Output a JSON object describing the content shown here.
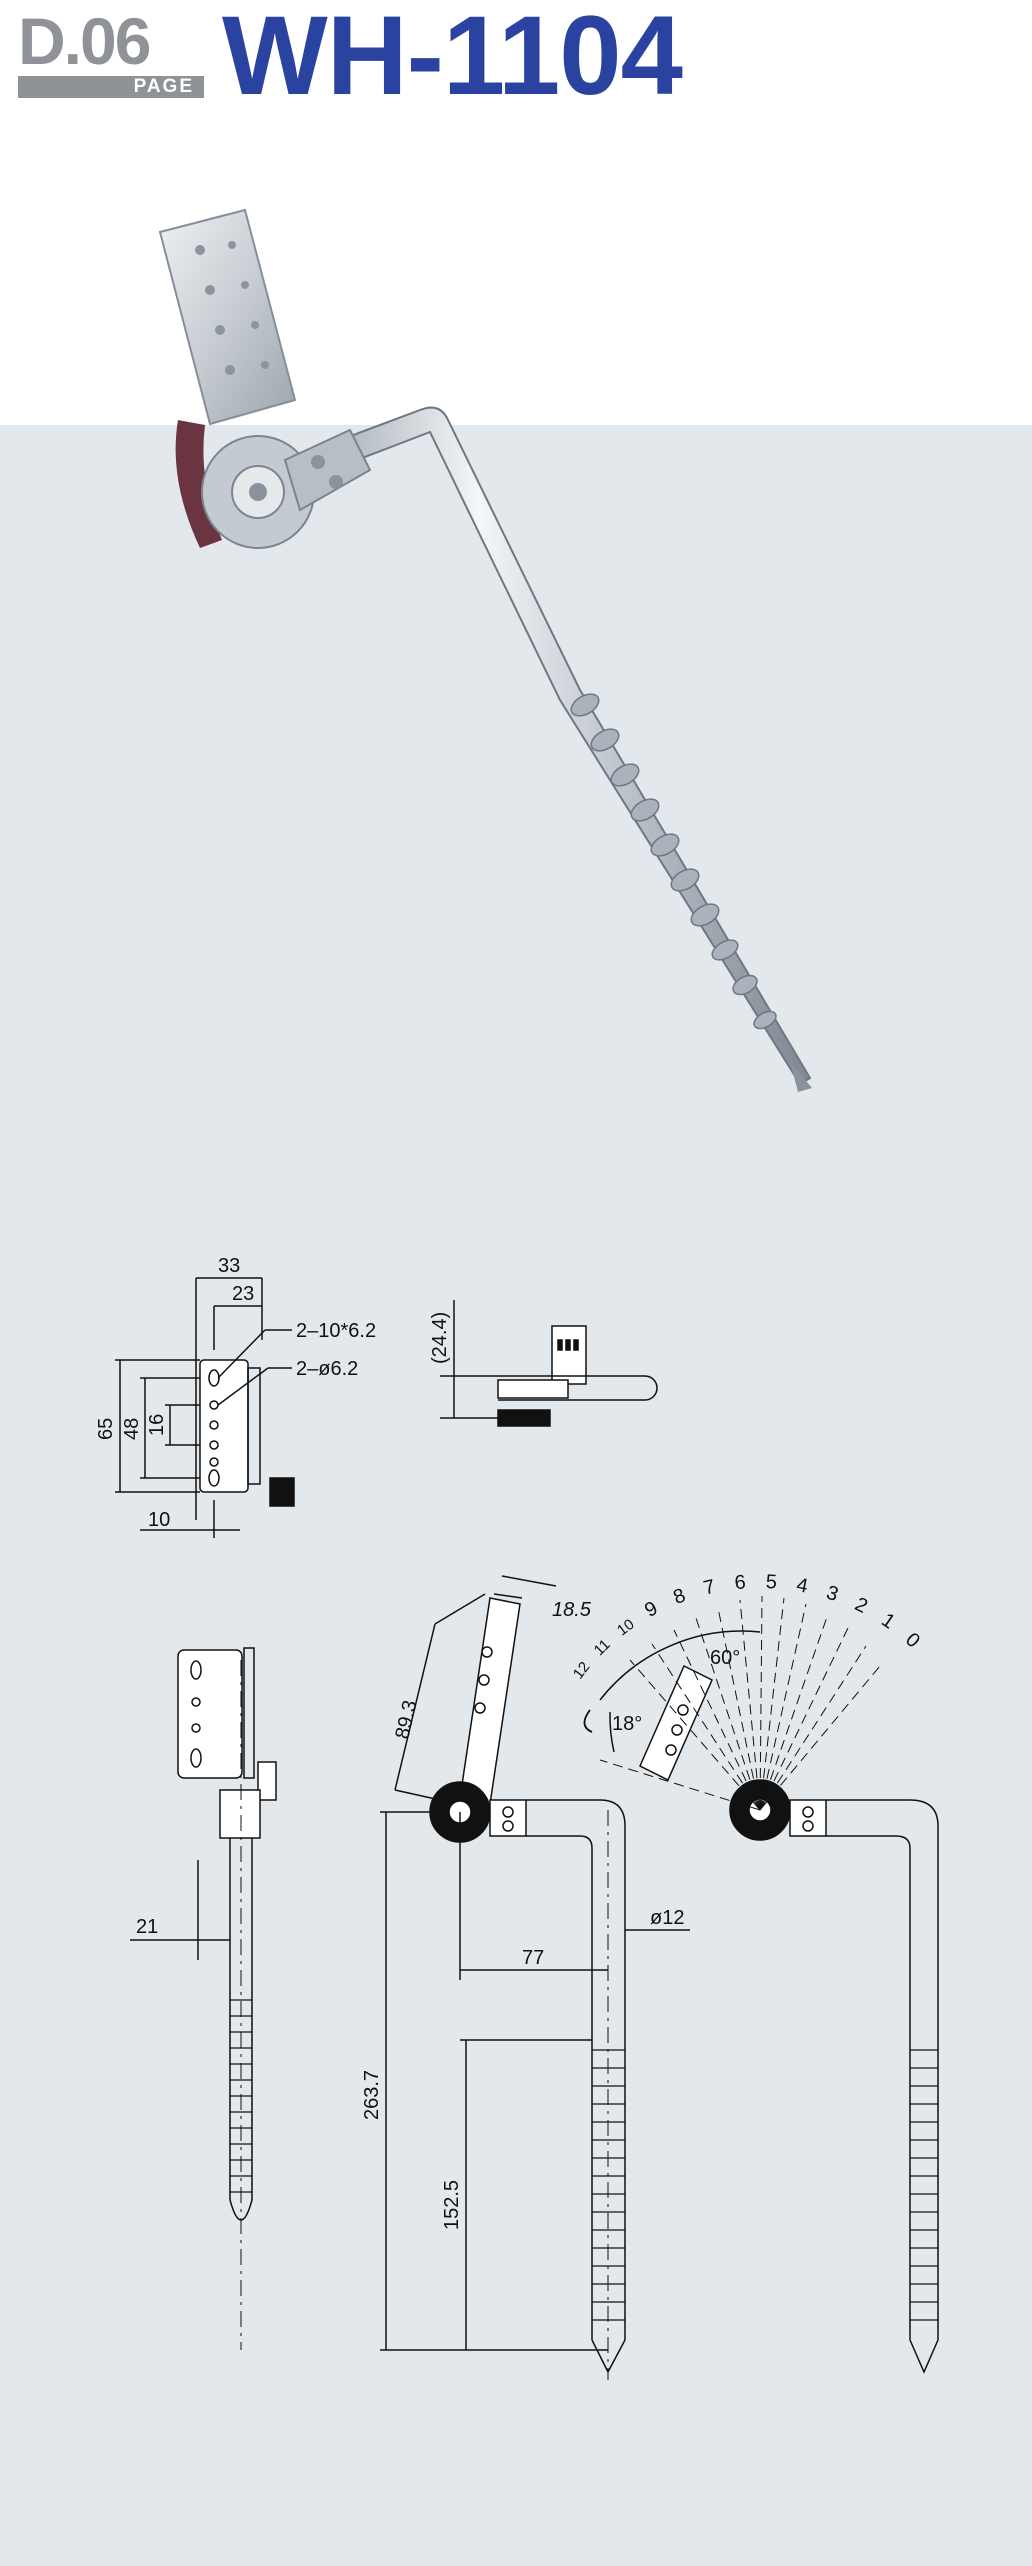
{
  "header": {
    "page_code": "D.06",
    "page_word": "PAGE",
    "model": "WH-1104"
  },
  "colors": {
    "brand_blue": "#2a43a1",
    "badge_gray": "#8f9296",
    "panel_bg": "#e3e8ed"
  },
  "top_view": {
    "dim_33": "33",
    "dim_23": "23",
    "dim_65": "65",
    "dim_48": "48",
    "dim_16": "16",
    "dim_10": "10",
    "slot_note": "2–10*6.2",
    "hole_note": "2–ø6.2"
  },
  "side_view": {
    "dim_24_4": "(24.4)"
  },
  "front_view": {
    "dim_21": "21"
  },
  "main_view": {
    "dim_18_5": "18.5",
    "dim_89_3": "89.3",
    "dim_77": "77",
    "dim_12": "ø12",
    "dim_263_7": "263.7",
    "dim_152_5": "152.5"
  },
  "angle_view": {
    "scale_labels": [
      "12",
      "11",
      "10",
      "9",
      "8",
      "7",
      "6",
      "5",
      "4",
      "3",
      "2",
      "1",
      "0"
    ],
    "angle_60": "60°",
    "angle_18": "18°"
  }
}
